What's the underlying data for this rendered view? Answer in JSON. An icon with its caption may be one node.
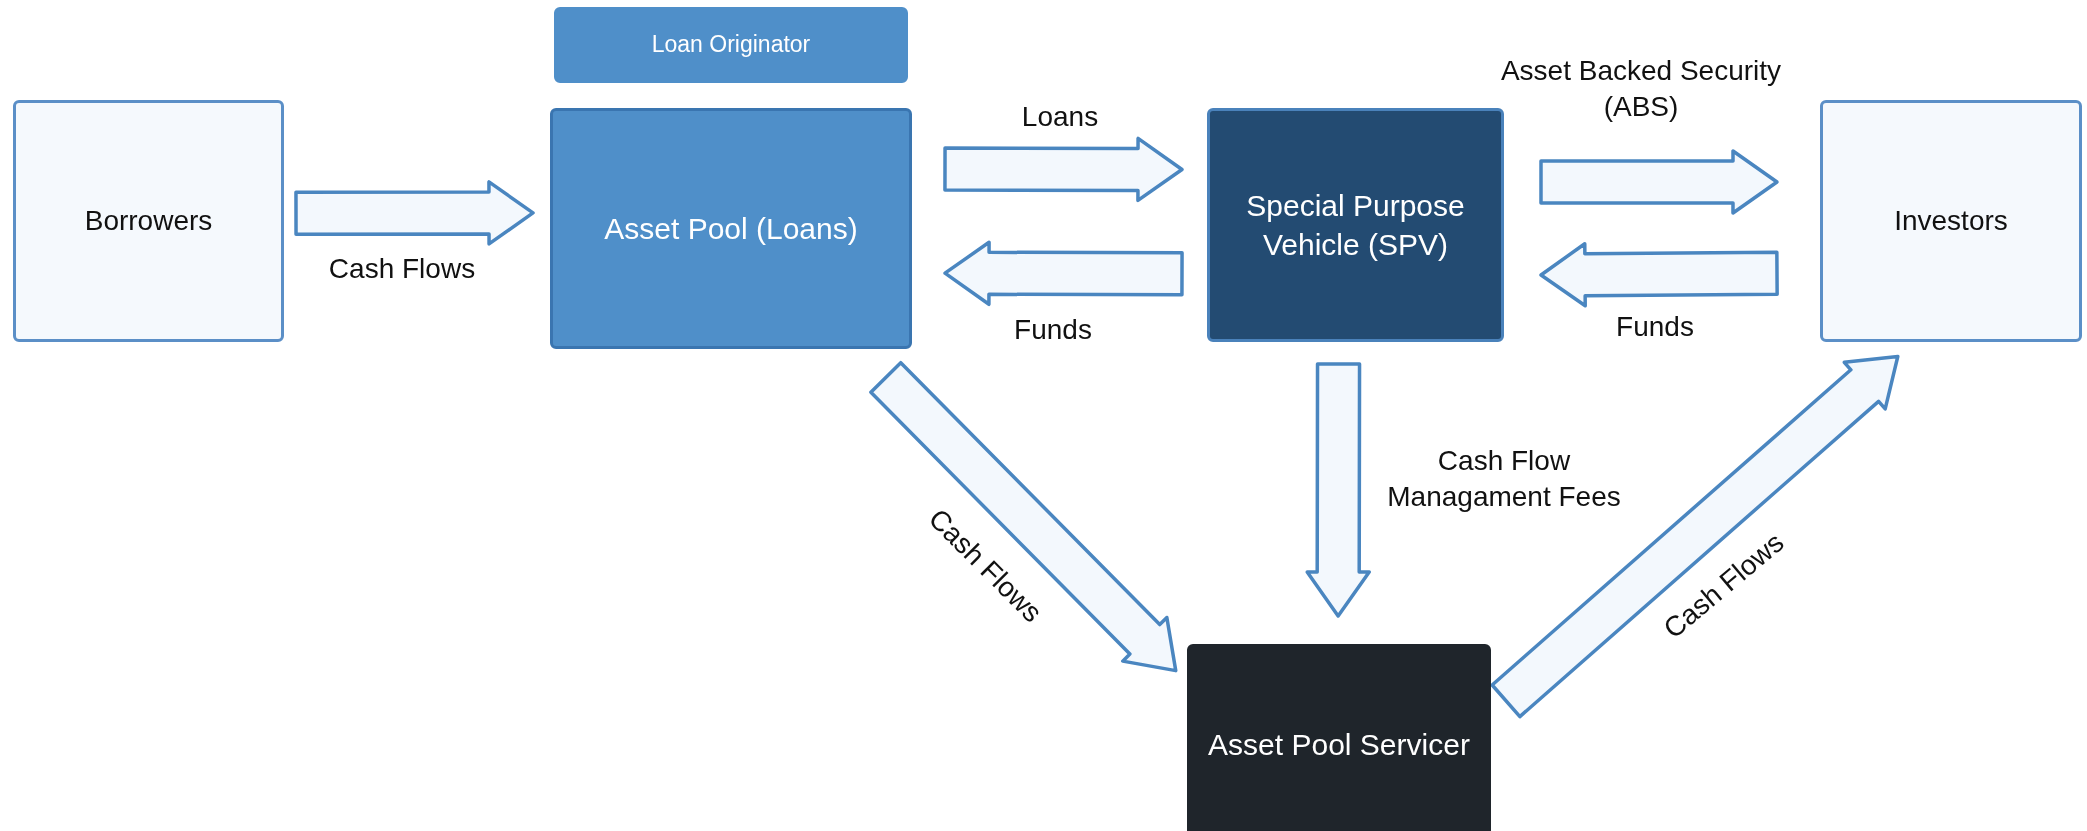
{
  "diagram": {
    "nodes": [
      {
        "text": [
          "Borrowers"
        ]
      },
      {
        "text": [
          "Loan Originator"
        ]
      },
      {
        "text": [
          "Asset Pool (Loans)"
        ]
      },
      {
        "text": [
          "Special Purpose Vehicle (SPV)"
        ]
      },
      {
        "text": [
          "Investors"
        ]
      },
      {
        "text": [
          "Asset Pool Servicer"
        ]
      }
    ],
    "edges": [
      {
        "from": 0,
        "to": 2,
        "arrow": "to",
        "label": "Cash Flows"
      },
      {
        "from": 2,
        "to": 3,
        "arrow": "to",
        "label": "Loans"
      },
      {
        "from": 3,
        "to": 2,
        "arrow": "to",
        "label": "Funds"
      },
      {
        "from": 3,
        "to": 4,
        "arrow": "to",
        "label": "Asset Backed Security (ABS)"
      },
      {
        "from": 4,
        "to": 3,
        "arrow": "to",
        "label": "Funds"
      },
      {
        "from": 2,
        "to": 5,
        "arrow": "to",
        "label": "Cash Flows"
      },
      {
        "from": 3,
        "to": 5,
        "arrow": "to",
        "label": "Cash Flow Managament Fees"
      },
      {
        "from": 5,
        "to": 4,
        "arrow": "to",
        "label": "Cash Flows"
      }
    ]
  }
}
